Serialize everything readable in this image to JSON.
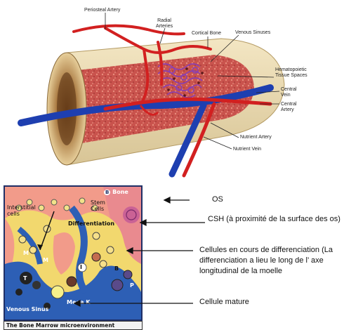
{
  "bone_diagram": {
    "labels": {
      "periosteal_artery": "Periosteal Artery",
      "radial_arteries": "Radial\nArteries",
      "cortical_bone": "Cortical Bone",
      "venous_sinuses": "Venous Sinuses",
      "hematopoietic_spaces": "Hematopoietic\nTissue Spaces",
      "central_vein": "Central\nVein",
      "central_artery": "Central\nArtery",
      "nutrient_artery": "Nutrient Artery",
      "nutrient_vein": "Nutrient Vein"
    }
  },
  "microenvironment": {
    "bone_tag": "Bone",
    "bone_tag_letter": "B",
    "interstitial_cells": "Interstitial\ncells",
    "stem_cells": "Stem\nCells",
    "differentiation": "Differentiation",
    "venous_sinus": "Venous Sinus",
    "mega_k": "Mega K",
    "cell_letters": [
      "M",
      "T",
      "B",
      "P",
      "I",
      "M"
    ],
    "caption": "The Bone Marrow microenvironment",
    "colors": {
      "bone": "#f29b8a",
      "marrow": "#f2d86e",
      "sinus": "#2d5fb5",
      "frame": "#1f2f66"
    }
  },
  "annotations": {
    "os": "OS",
    "csh": "CSH  (à proximité de la surface des os)",
    "cellules": "Cellules en cours de differenciation (La differenciation a lieu le long de l’ axe longitudinal de la moelle",
    "mature": "Cellule mature"
  }
}
